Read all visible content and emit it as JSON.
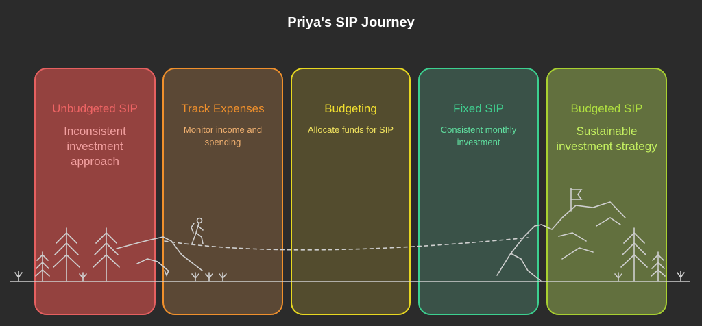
{
  "title": "Priya's SIP Journey",
  "stages": [
    {
      "title": "Unbudgeted SIP",
      "description": "Inconsistent investment approach",
      "fill": "#94423f",
      "border": "#e66060",
      "title_color": "#ee6464",
      "desc_color": "#f2a0a0"
    },
    {
      "title": "Track Expenses",
      "description": "Monitor income and spending",
      "fill": "#5b4835",
      "border": "#f0902c",
      "title_color": "#f0902c",
      "desc_color": "#f0b070"
    },
    {
      "title": "Budgeting",
      "description": "Allocate funds for SIP",
      "fill": "#534c2e",
      "border": "#e8d820",
      "title_color": "#f2e030",
      "desc_color": "#f2e460"
    },
    {
      "title": "Fixed SIP",
      "description": "Consistent monthly investment",
      "fill": "#3a5248",
      "border": "#3cd090",
      "title_color": "#40d090",
      "desc_color": "#60e0a0"
    },
    {
      "title": "Budgeted SIP",
      "description": "Sustainable investment strategy",
      "fill": "#62703e",
      "border": "#a8d030",
      "title_color": "#b0e040",
      "desc_color": "#c4f060"
    }
  ]
}
